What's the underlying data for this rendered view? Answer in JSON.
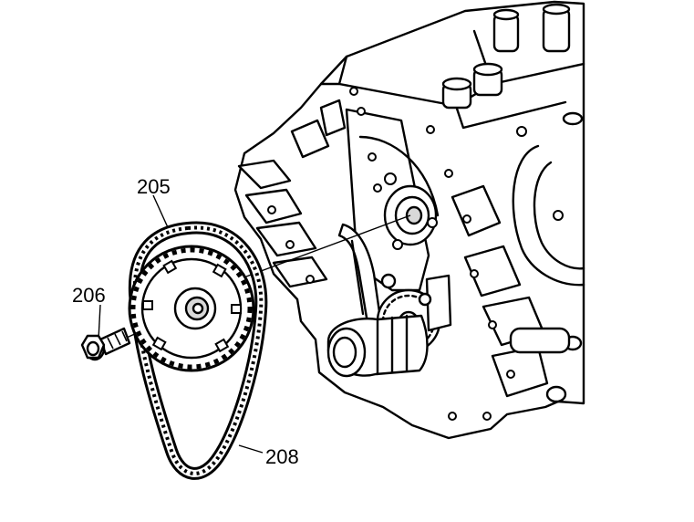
{
  "callouts": {
    "sprocket": "205",
    "bolt": "206",
    "chain": "208"
  },
  "colors": {
    "ink": "#000000",
    "paper": "#ffffff",
    "shade": "#d9d9d9"
  }
}
